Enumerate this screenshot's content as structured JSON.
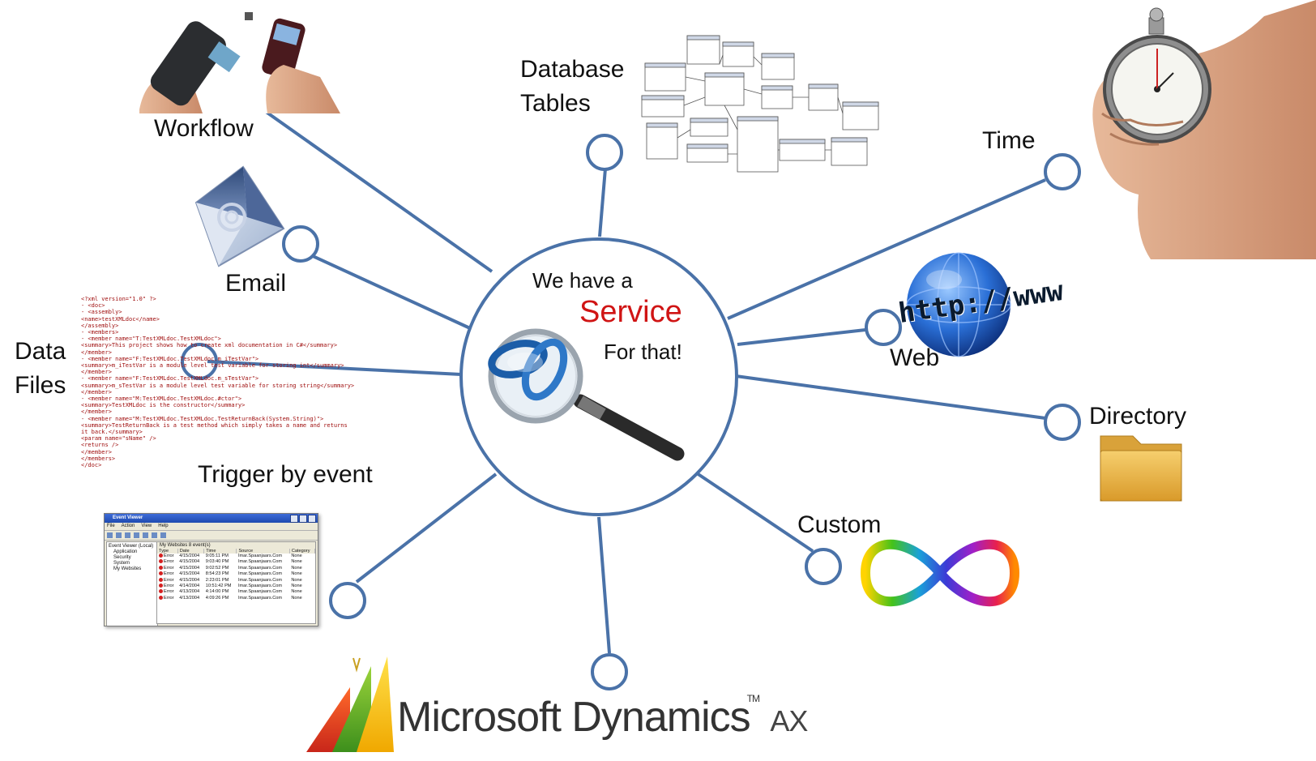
{
  "hub": {
    "line1": "We have a",
    "service": "Service",
    "line3": "For that!"
  },
  "spokes": {
    "workflow": "Workflow",
    "email": "Email",
    "data_files_1": "Data",
    "data_files_2": "Files",
    "trigger": "Trigger by event",
    "database_1": "Database",
    "database_2": "Tables",
    "time": "Time",
    "web": "Web",
    "directory": "Directory",
    "custom": "Custom"
  },
  "xml_snippet": [
    "<?xml version=\"1.0\" ?>",
    "- <doc>",
    "  - <assembly>",
    "      <name>testXMLdoc</name>",
    "    </assembly>",
    "  - <members>",
    "    - <member name=\"T:TestXMLdoc.TestXMLdoc\">",
    "        <summary>This project shows how to create xml documentation in C#</summary>",
    "      </member>",
    "    - <member name=\"F:TestXMLdoc.TestXMLdoc.m_iTestVar\">",
    "        <summary>m_iTestVar is a module level test variable for storing int</summary>",
    "      </member>",
    "    - <member name=\"F:TestXMLdoc.TestXMLdoc.m_sTestVar\">",
    "        <summary>m_sTestVar is a module level test variable for storing string</summary>",
    "      </member>",
    "    - <member name=\"M:TestXMLdoc.TestXMLdoc.#ctor\">",
    "        <summary>TestXMLdoc is the constructor</summary>",
    "      </member>",
    "    - <member name=\"M:TestXMLdoc.TestXMLdoc.TestReturnBack(System.String)\">",
    "        <summary>TestReturnBack is a test method which simply takes a name and returns",
    "          it back.</summary>",
    "        <param name=\"sName\" />",
    "        <returns />",
    "      </member>",
    "    </members>",
    "  </doc>"
  ],
  "event_viewer": {
    "title": "Event Viewer",
    "menu": [
      "File",
      "Action",
      "View",
      "Help"
    ],
    "tree": [
      "Event Viewer (Local)",
      "Application",
      "Security",
      "System",
      "My Websites"
    ],
    "list_title": "My Websites   8 event(s)",
    "columns": [
      "Type",
      "Date",
      "Time",
      "Source",
      "Category"
    ],
    "rows": [
      [
        "Error",
        "4/15/2004",
        "9:05:11 PM",
        "Imar.Spaanjaars.Com",
        "None"
      ],
      [
        "Error",
        "4/15/2004",
        "9:03:40 PM",
        "Imar.Spaanjaars.Com",
        "None"
      ],
      [
        "Error",
        "4/15/2004",
        "9:02:52 PM",
        "Imar.Spaanjaars.Com",
        "None"
      ],
      [
        "Error",
        "4/15/2004",
        "8:54:23 PM",
        "Imar.Spaanjaars.Com",
        "None"
      ],
      [
        "Error",
        "4/15/2004",
        "2:23:01 PM",
        "Imar.Spaanjaars.Com",
        "None"
      ],
      [
        "Error",
        "4/14/2004",
        "10:51:42 PM",
        "Imar.Spaanjaars.Com",
        "None"
      ],
      [
        "Error",
        "4/13/2004",
        "4:14:00 PM",
        "Imar.Spaanjaars.Com",
        "None"
      ],
      [
        "Error",
        "4/13/2004",
        "4:09:26 PM",
        "Imar.Spaanjaars.Com",
        "None"
      ]
    ]
  },
  "web_graphic_text": "http://www",
  "logo": {
    "brand": "Microsoft Dynamics",
    "tm": "TM",
    "edition": "AX"
  },
  "colors": {
    "spoke_line": "#4a72a8",
    "service_text": "#d01414"
  }
}
